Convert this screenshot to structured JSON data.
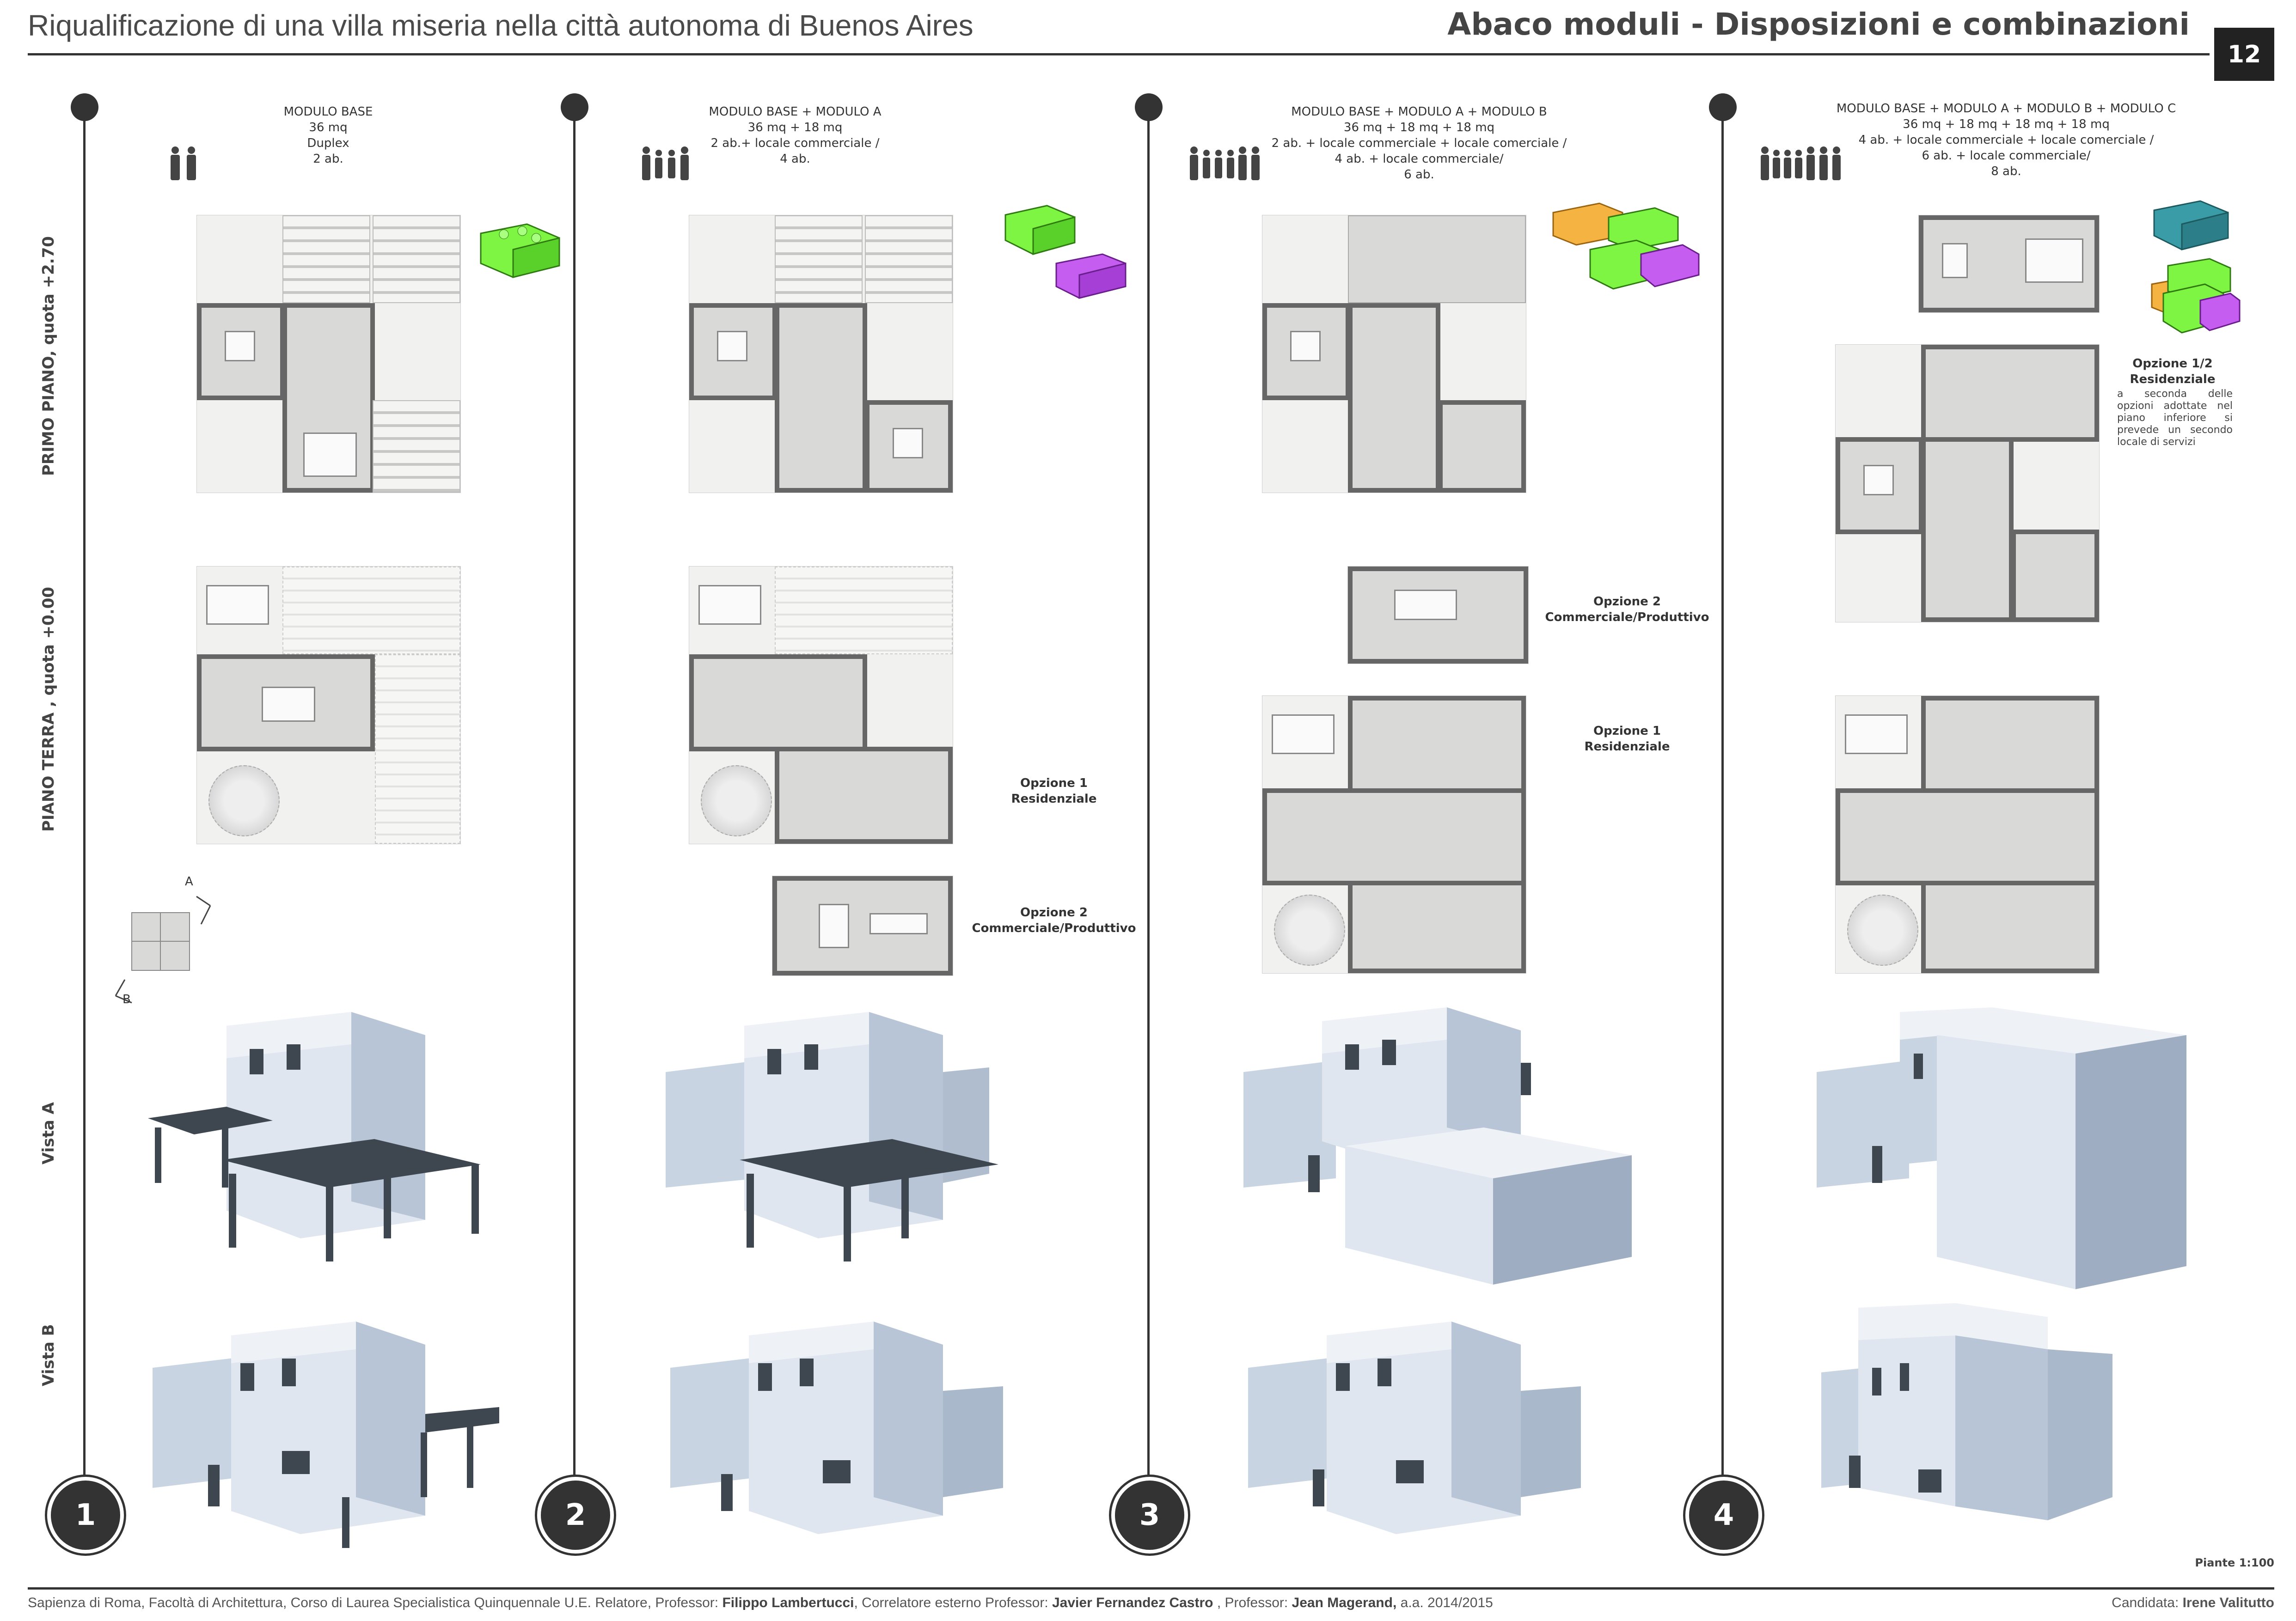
{
  "header": {
    "title_left": "Riqualificazione di una villa miseria nella città autonoma di Buenos Aires",
    "title_right": "Abaco moduli - Disposizioni e combinazioni",
    "page_number": "12"
  },
  "row_labels": {
    "first_floor": "PRIMO PIANO, quota +2.70",
    "ground_floor": "PIANO TERRA , quota +0.00",
    "view_a": "Vista A",
    "view_b": "Vista B"
  },
  "orientation": {
    "a": "A",
    "b": "B"
  },
  "columns": [
    {
      "number": "1",
      "title": [
        "MODULO BASE",
        "36 mq",
        "Duplex",
        "2 ab."
      ]
    },
    {
      "number": "2",
      "title": [
        "MODULO BASE + MODULO A",
        "36 mq + 18 mq",
        "2 ab.+ locale commerciale /",
        "4 ab."
      ],
      "option1": [
        "Opzione 1",
        "Residenziale"
      ],
      "option2": [
        "Opzione 2",
        "Commerciale/Produttivo"
      ]
    },
    {
      "number": "3",
      "title": [
        "MODULO BASE + MODULO A + MODULO B",
        "36 mq + 18 mq + 18 mq",
        "2 ab. + locale commerciale + locale comerciale /",
        "4 ab. + locale commerciale/",
        "6 ab."
      ],
      "option2": [
        "Opzione 2",
        "Commerciale/Produttivo"
      ],
      "option1": [
        "Opzione 1",
        "Residenziale"
      ]
    },
    {
      "number": "4",
      "title": [
        "MODULO BASE + MODULO A + MODULO B + MODULO C",
        "36 mq + 18 mq + 18 mq + 18 mq",
        "4 ab. + locale commerciale + locale comerciale /",
        "6 ab. + locale commerciale/",
        "8 ab."
      ],
      "option12": [
        "Opzione 1/2",
        "Residenziale"
      ],
      "option12_note": "a seconda delle opzioni adottate nel piano inferiore si prevede un secondo locale di servizi"
    }
  ],
  "scale_note": "Piante 1:100",
  "footer": {
    "left_plain_1": "Sapienza di Roma, Facoltà di Architettura, Corso di Laurea Specialistica Quinquennale U.E.    Relatore, Professor: ",
    "relatore": "Filippo Lambertucci",
    "left_plain_2": ", Correlatore esterno Professor: ",
    "correlatore": "Javier Fernandez Castro",
    "left_plain_3": " , Professor: ",
    "professor": "Jean Magerand,",
    "year": "   a.a. 2014/2015",
    "right_label": "Candidata: ",
    "candidate": "Irene Valitutto"
  },
  "colors": {
    "module_base": "#7ef542",
    "module_a": "#c45df0",
    "module_b": "#f5b342",
    "module_c": "#3a9ca6",
    "render_wall": "#c9d4e2",
    "render_dark": "#3e4650"
  }
}
